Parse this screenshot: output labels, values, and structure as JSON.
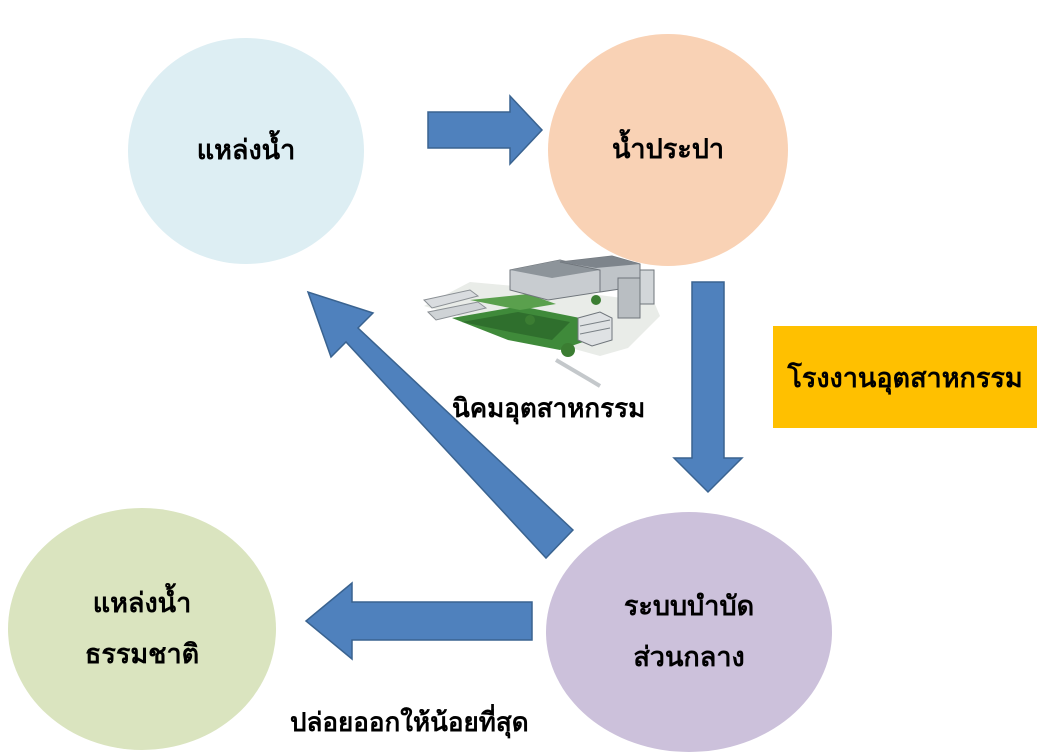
{
  "nodes": {
    "source": {
      "label": "แหล่งน้ำ",
      "color": "#DDEEF3"
    },
    "tap": {
      "label": "น้ำประปา",
      "color": "#F9D2B5"
    },
    "nature": {
      "line1": "แหล่งน้ำ",
      "line2": "ธรรมชาติ",
      "color": "#DAE4BF"
    },
    "central": {
      "line1": "ระบบบำบัด",
      "line2": "ส่วนกลาง",
      "color": "#CCC1DB"
    }
  },
  "labels": {
    "estate": "นิคมอุตสาหกรรม",
    "release": "ปล่อยออกให้น้อยที่สุด",
    "factory": "โรงงานอุตสาหกรรม"
  },
  "colors": {
    "arrow_fill": "#4F81BD",
    "arrow_stroke": "#3A6390",
    "factory_box": "#FFC000"
  },
  "images": {
    "estate_illustration": "industrial-estate-illustration"
  }
}
